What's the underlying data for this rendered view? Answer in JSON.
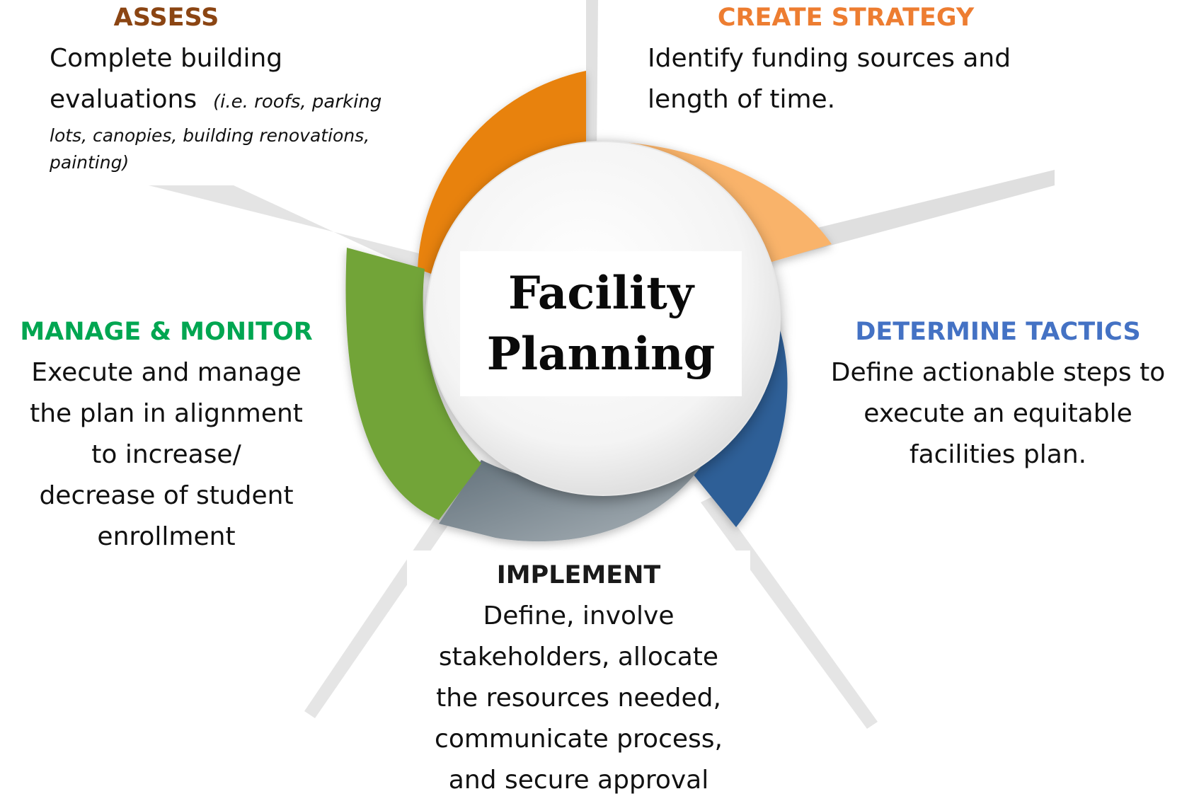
{
  "center": {
    "line1": "Facility",
    "line2": "Planning"
  },
  "steps": {
    "assess": {
      "title": "ASSESS",
      "color": "#8B4513",
      "text_line1": "Complete building",
      "text_line2": "evaluations",
      "aside_inline": "(i.e. roofs, parking",
      "aside_line2": "lots, canopies, building renovations,",
      "aside_line3": "painting)"
    },
    "create_strategy": {
      "title": "CREATE STRATEGY",
      "color": "#ED7D31",
      "text_line1": "Identify funding sources and",
      "text_line2": "length of time."
    },
    "determine_tactics": {
      "title": "DETERMINE TACTICS",
      "color": "#4472C4",
      "text_line1": "Define actionable steps to",
      "text_line2": "execute an equitable",
      "text_line3": "facilities plan."
    },
    "implement": {
      "title": "IMPLEMENT",
      "color": "#1A1A1A",
      "text_line1": "Define, involve",
      "text_line2": "stakeholders, allocate",
      "text_line3": "the resources needed,",
      "text_line4": "communicate process,",
      "text_line5": "and secure approval"
    },
    "manage_monitor": {
      "title": "MANAGE & MONITOR",
      "color": "#00A651",
      "text_line1": "Execute and manage",
      "text_line2": "the plan in alignment",
      "text_line3": "to increase/",
      "text_line4": "decrease of student",
      "text_line5": "enrollment"
    }
  },
  "segment_colors": {
    "assess": "#E8820C",
    "create_strategy": "#F9B36B",
    "determine_tactics": "#2F5F97",
    "implement": "#7E8A93",
    "manage_monitor": "#72A437"
  }
}
